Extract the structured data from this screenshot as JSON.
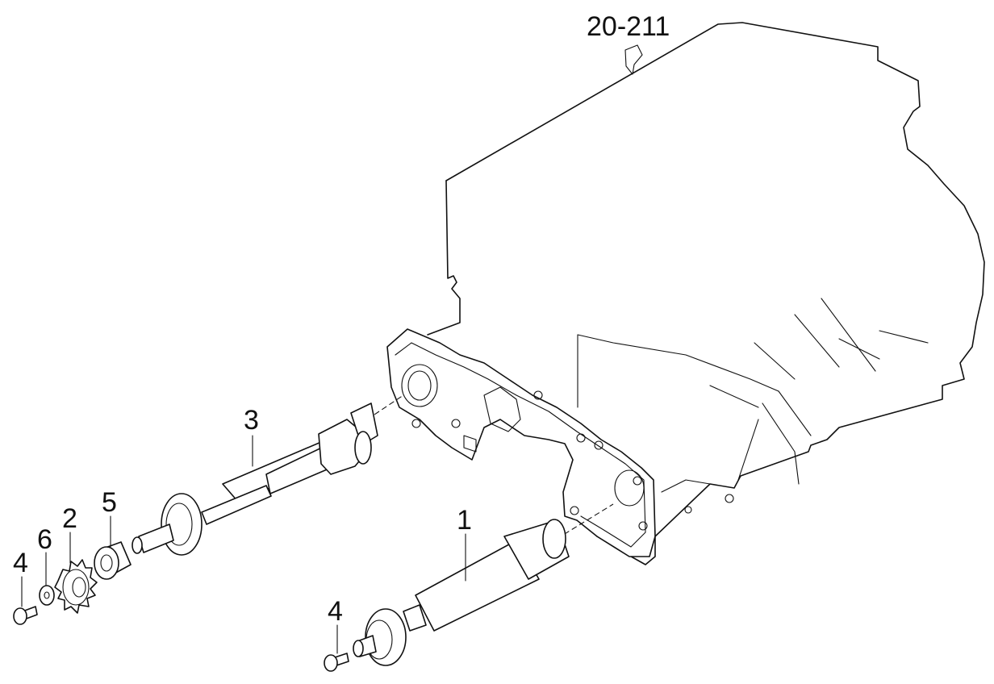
{
  "reference": {
    "label": "20-211"
  },
  "callouts": [
    {
      "id": "1",
      "label": "1"
    },
    {
      "id": "2",
      "label": "2"
    },
    {
      "id": "3",
      "label": "3"
    },
    {
      "id": "4a",
      "label": "4"
    },
    {
      "id": "4b",
      "label": "4"
    },
    {
      "id": "5",
      "label": "5"
    },
    {
      "id": "6",
      "label": "6"
    }
  ]
}
